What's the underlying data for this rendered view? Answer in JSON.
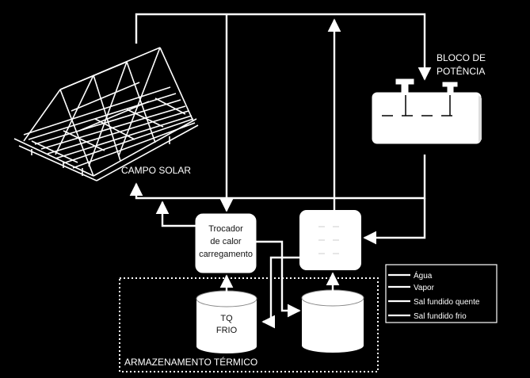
{
  "labels": {
    "power_block_line1": "BLOCO DE",
    "power_block_line2": "POTÊNCIA",
    "solar_field": "CAMPO SOLAR",
    "heat_exchanger_line1": "Trocador",
    "heat_exchanger_line2": "de calor",
    "heat_exchanger_line3": "carregamento",
    "cold_tank_line1": "TQ",
    "cold_tank_line2": "FRIO",
    "thermal_storage": "ARMAZENAMENTO TÉRMICO"
  },
  "legend": {
    "items": [
      {
        "label": "Água"
      },
      {
        "label": "Vapor"
      },
      {
        "label": "Sal fundido quente"
      },
      {
        "label": "Sal fundido frio"
      }
    ]
  },
  "colors": {
    "background": "#000000",
    "foreground": "#ffffff"
  }
}
